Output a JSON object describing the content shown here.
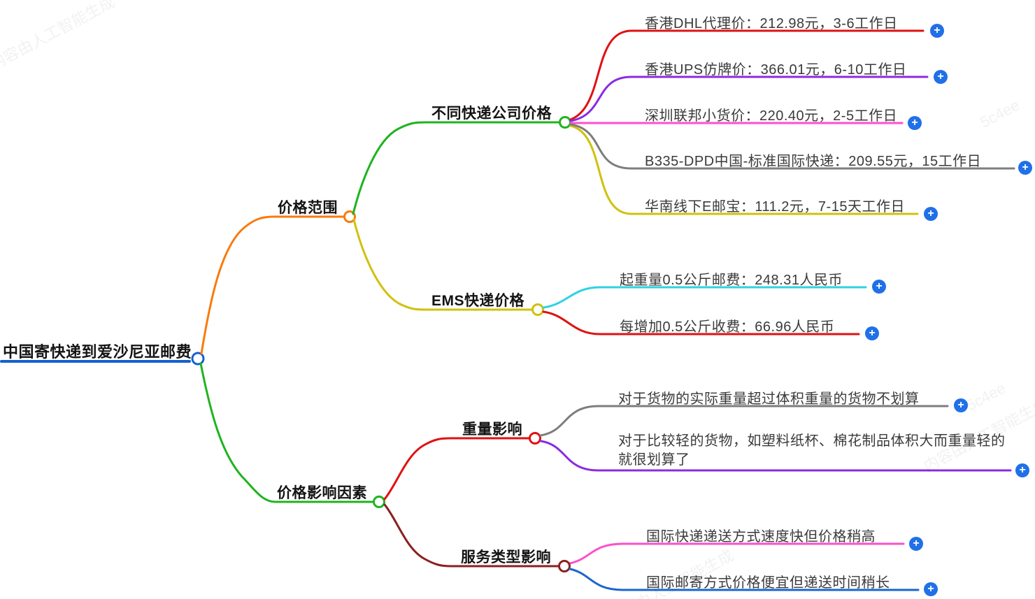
{
  "palette": {
    "root_line": "#1560d0",
    "orange": "#f97a0d",
    "green": "#1eb41e",
    "yellow": "#d0c10c",
    "red": "#e01111",
    "purple": "#8a2be2",
    "magenta": "#ff4ecb",
    "gray": "#7d7d7d",
    "cyan": "#30d2e2",
    "maroon": "#8b2020",
    "blue": "#1a66d0",
    "plus_button": "#2070e8"
  },
  "icons": {
    "plus": "+"
  },
  "watermark": {
    "text1": "内容由人工智能生成",
    "text2": "5c4ee"
  },
  "mindmap": {
    "root": {
      "label": "中国寄快递到爱沙尼亚邮费"
    },
    "children": [
      {
        "label": "价格范围",
        "children": [
          {
            "label": "不同快递公司价格",
            "children": [
              {
                "label": "香港DHL代理价：212.98元，3-6工作日"
              },
              {
                "label": "香港UPS仿牌价：366.01元，6-10工作日"
              },
              {
                "label": "深圳联邦小货价：220.40元，2-5工作日"
              },
              {
                "label": "B335-DPD中国-标准国际快递：209.55元，15工作日"
              },
              {
                "label": "华南线下E邮宝：111.2元，7-15天工作日"
              }
            ]
          },
          {
            "label": "EMS快递价格",
            "children": [
              {
                "label": "起重量0.5公斤邮费：248.31人民币"
              },
              {
                "label": "每增加0.5公斤收费：66.96人民币"
              }
            ]
          }
        ]
      },
      {
        "label": "价格影响因素",
        "children": [
          {
            "label": "重量影响",
            "children": [
              {
                "label": "对于货物的实际重量超过体积重量的货物不划算"
              },
              {
                "label": "对于比较轻的货物，如塑料纸杯、棉花制品体积大而重量轻的就很划算了"
              }
            ]
          },
          {
            "label": "服务类型影响",
            "children": [
              {
                "label": "国际快递递送方式速度快但价格稍高"
              },
              {
                "label": "国际邮寄方式价格便宜但递送时间稍长"
              }
            ]
          }
        ]
      }
    ]
  }
}
